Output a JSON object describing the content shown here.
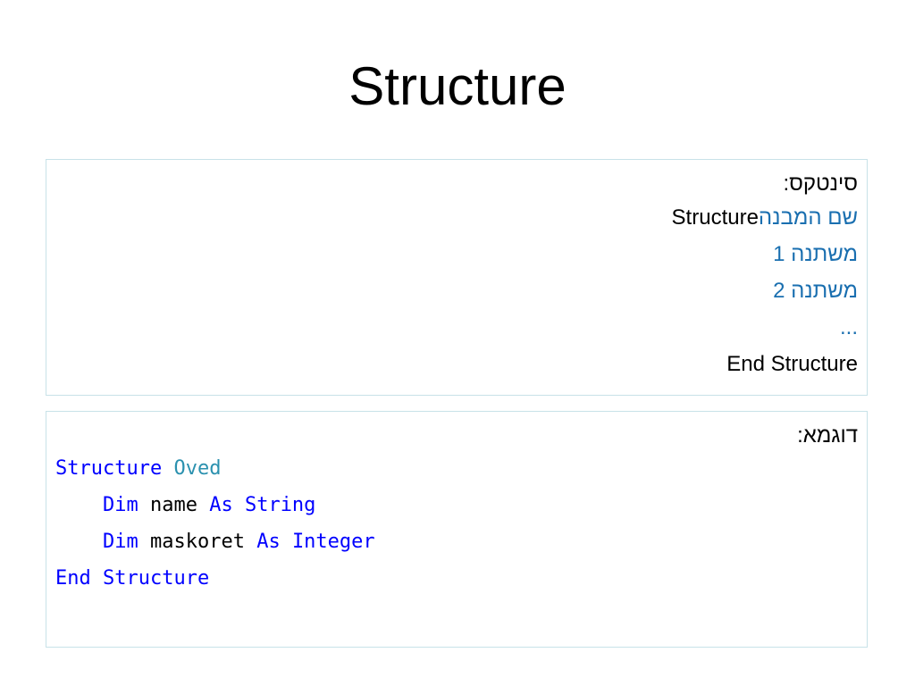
{
  "slide": {
    "title": "Structure"
  },
  "syntax": {
    "heading": "סינטקס:",
    "struct_keyword": "Structure",
    "struct_name": "שם המבנה",
    "var1": "משתנה 1",
    "var2": "משתנה 2",
    "ellipsis": "...",
    "end": "End Structure"
  },
  "example": {
    "heading": "דוגמא:",
    "line1": {
      "kw": "Structure",
      "name": "Oved"
    },
    "line2": {
      "indent": "    ",
      "kw1": "Dim",
      "ident": "name",
      "kw2": "As String"
    },
    "line3": {
      "indent": "    ",
      "kw1": "Dim",
      "ident": "maskoret",
      "kw2": "As Integer"
    },
    "line4": {
      "kw": "End Structure"
    }
  },
  "colors": {
    "keyword": "#0000ff",
    "type_name": "#2b91af",
    "hebrew_placeholder": "#1a6fb0",
    "box_border": "#c8e2e8"
  }
}
